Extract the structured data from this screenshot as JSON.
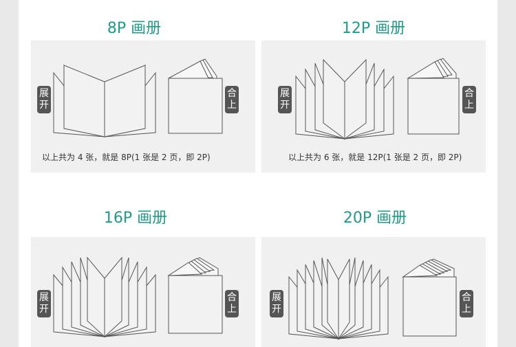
{
  "labels": {
    "open": "展开",
    "closed": "合上"
  },
  "sections": [
    {
      "title": "8P 画册",
      "caption": "以上共为 4 张，就是 8P(1 张是 2 页，即 2P)"
    },
    {
      "title": "12P 画册",
      "caption": "以上共为 6 张，就是 12P(1 张是 2 页，即 2P)"
    },
    {
      "title": "16P 画册",
      "caption": ""
    },
    {
      "title": "20P 画册",
      "caption": ""
    }
  ],
  "colors": {
    "accent": "#1f9c88",
    "badge": "#555555",
    "panel": "#f0f0f0",
    "page": "#f2f2f2",
    "stroke": "#555555"
  }
}
